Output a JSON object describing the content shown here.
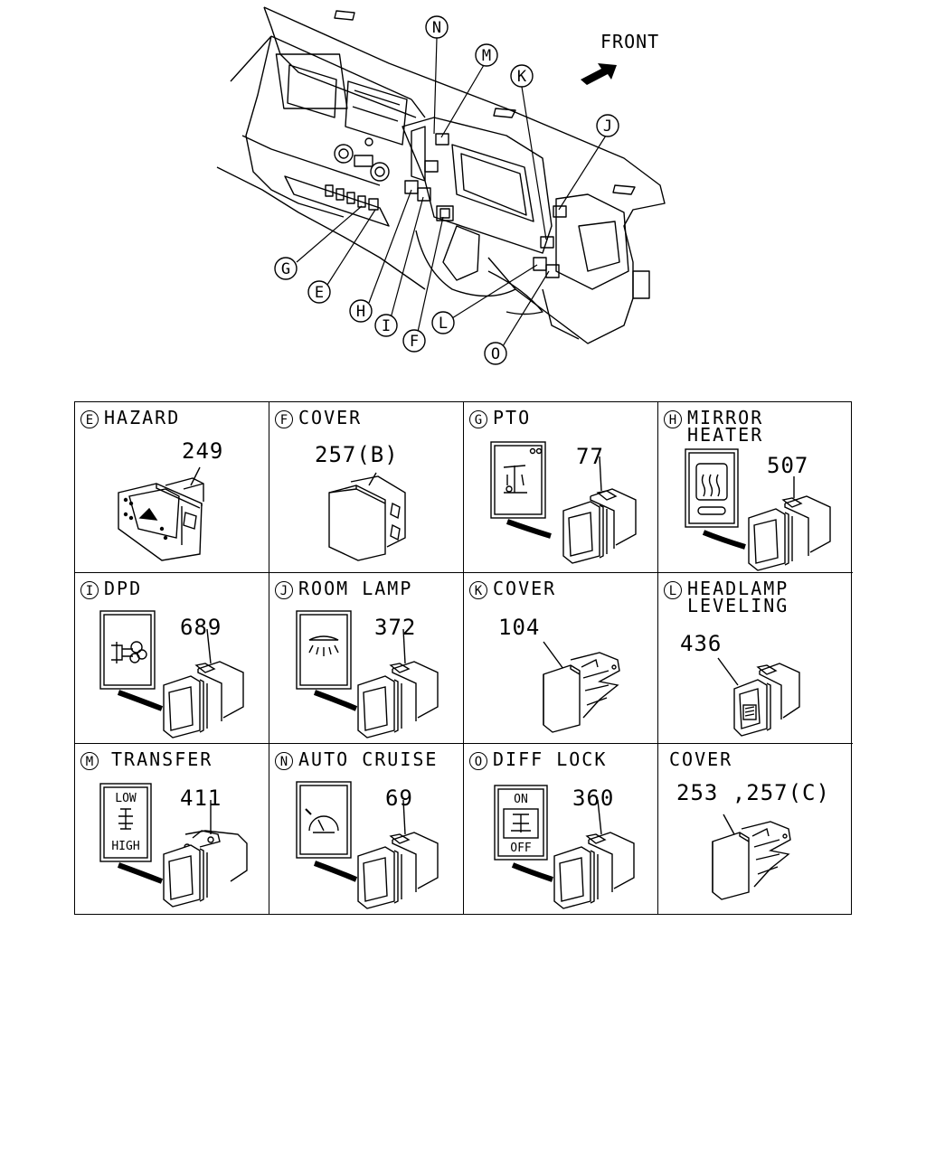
{
  "overview": {
    "front_label": "FRONT",
    "callouts": [
      "N",
      "M",
      "K",
      "J",
      "G",
      "E",
      "H",
      "I",
      "F",
      "L",
      "O"
    ]
  },
  "cells": [
    {
      "letter": "E",
      "title": "HAZARD",
      "part": "249"
    },
    {
      "letter": "F",
      "title": "COVER",
      "part": "257(B)"
    },
    {
      "letter": "G",
      "title": "PTO",
      "part": "77"
    },
    {
      "letter": "H",
      "title": "MIRROR\nHEATER",
      "part": "507"
    },
    {
      "letter": "I",
      "title": "DPD",
      "part": "689"
    },
    {
      "letter": "J",
      "title": "ROOM LAMP",
      "part": "372"
    },
    {
      "letter": "K",
      "title": "COVER",
      "part": "104"
    },
    {
      "letter": "L",
      "title": "HEADLAMP\nLEVELING",
      "part": "436"
    },
    {
      "letter": "M",
      "title": "TRANSFER",
      "part": "411",
      "icon_text": [
        "LOW",
        "HIGH"
      ]
    },
    {
      "letter": "N",
      "title": "AUTO CRUISE",
      "part": "69"
    },
    {
      "letter": "O",
      "title": "DIFF LOCK",
      "part": "360",
      "icon_text": [
        "ON",
        "OFF"
      ]
    },
    {
      "letter": "",
      "title": "COVER",
      "part": "253 ,257(C)"
    }
  ]
}
